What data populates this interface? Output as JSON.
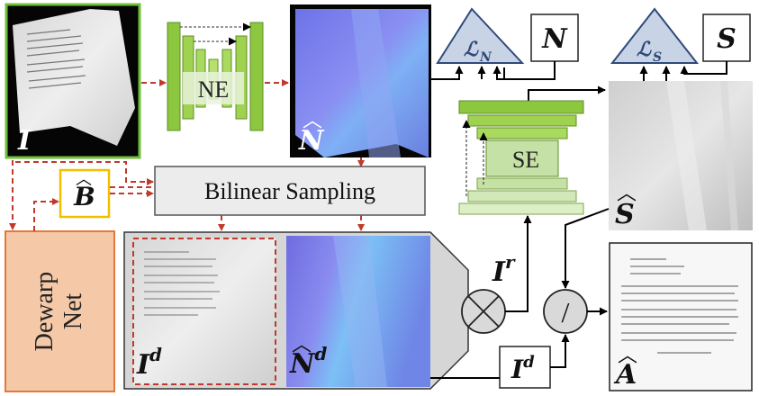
{
  "modules": {
    "normal_estimator": "NE",
    "shading_estimator": "SE",
    "bilinear_sampling": "Bilinear Sampling",
    "dewarp_net_line1": "Dewarp",
    "dewarp_net_line2": "Net"
  },
  "symbols": {
    "input_image": "I",
    "normal_estimate": "N",
    "normal_gt": "N",
    "loss_normal": "ℒ",
    "loss_normal_sub": "N",
    "loss_shading": "ℒ",
    "loss_shading_sub": "S",
    "shading_gt": "S",
    "shading_estimate": "S",
    "backward_map": "B",
    "dewarped_image": "I",
    "dewarped_image_sup": "d",
    "dewarped_normal": "N",
    "dewarped_normal_sup": "d",
    "rendered_image": "I",
    "rendered_image_sup": "r",
    "dewarped_image_copy": "I",
    "dewarped_image_copy_sup": "d",
    "albedo": "A"
  },
  "operators": {
    "multiply": "⊗",
    "divide": "/"
  },
  "colors": {
    "flow_red": "#c0392b",
    "module_green": "#8dc63f",
    "module_green_light": "#c5e1a5",
    "dewarp_fill": "#f5c9a8",
    "dewarp_stroke": "#e07a3a",
    "sampling_fill": "#ececec",
    "loss_fill": "#c9d3e6",
    "loss_stroke": "#2f4a7a",
    "normal_blue": "#7d86f0",
    "backward_stroke": "#f0c000"
  }
}
